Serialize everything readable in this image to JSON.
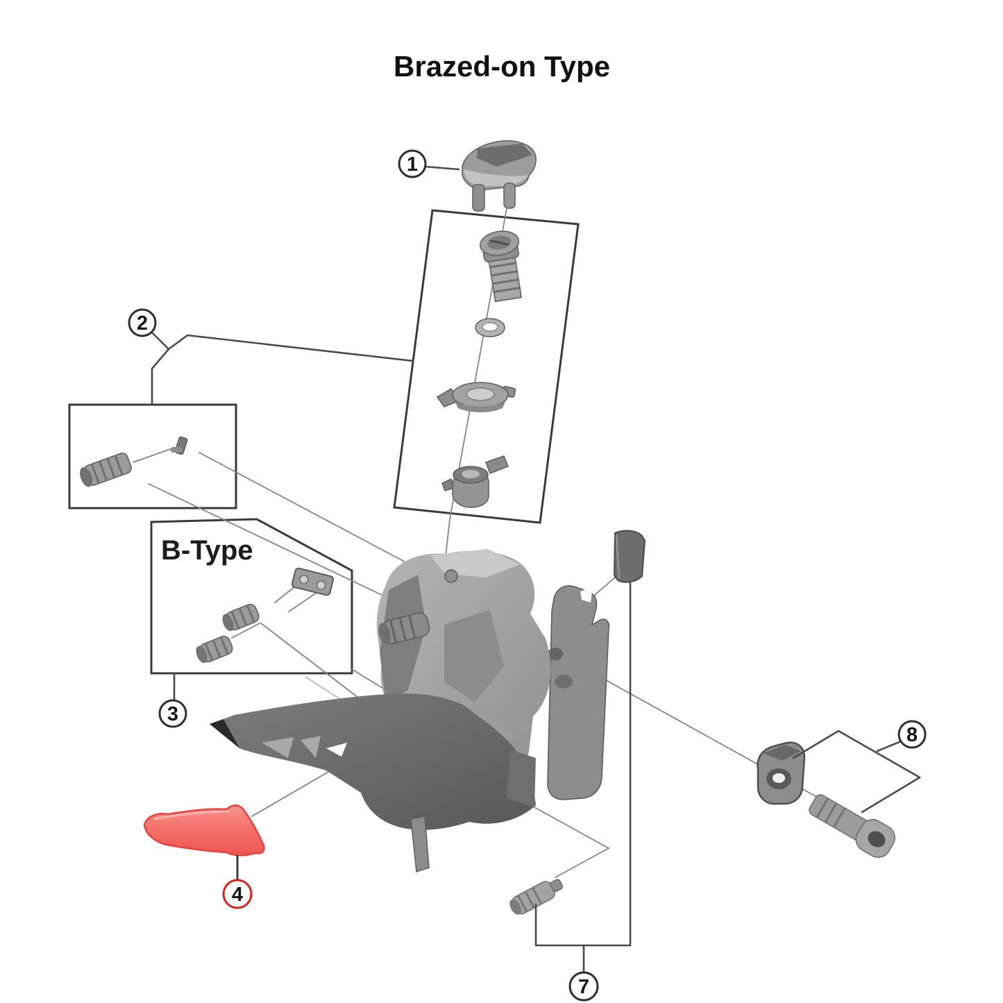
{
  "title": "Brazed-on Type",
  "inset": {
    "label": "B-Type"
  },
  "callouts": [
    {
      "num": "1"
    },
    {
      "num": "2"
    },
    {
      "num": "3"
    },
    {
      "num": "4"
    },
    {
      "num": "7"
    },
    {
      "num": "8"
    }
  ],
  "colors": {
    "highlight_red": "#d8201f",
    "red_part_fill": "#f4736e",
    "red_part_stroke": "#e8423e",
    "line_gray": "#4a4a4a",
    "box_gray": "#3a3a3a",
    "part_gray": "#9a9a9a",
    "background": "#ffffff"
  }
}
